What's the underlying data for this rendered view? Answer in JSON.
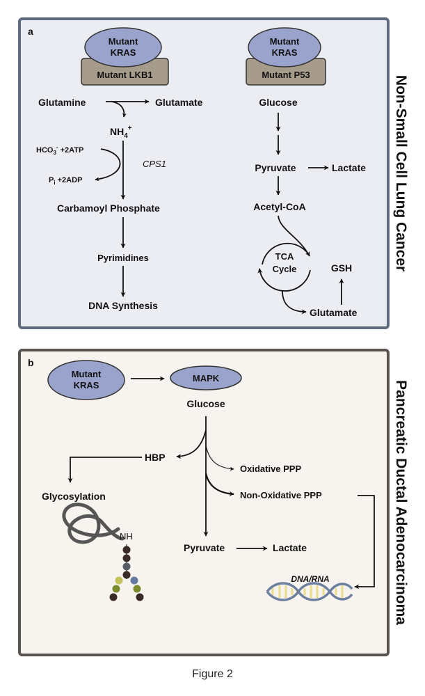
{
  "figure": {
    "caption": "Figure 2"
  },
  "panel_a": {
    "letter": "a",
    "side_title": "Non-Small Cell Lung Cancer",
    "left": {
      "mutant_top": [
        "Mutant",
        "KRAS"
      ],
      "mutant_base": "Mutant LKB1",
      "glutamine": "Glutamine",
      "glutamate": "Glutamate",
      "nh4_main": "NH",
      "nh4_sub": "4",
      "nh4_sup": "+",
      "hco3_main": "HCO",
      "hco3_sub": "3",
      "hco3_sup": "-",
      "hco3_rest": " +2ATP",
      "pi_main": "P",
      "pi_sub": "i",
      "pi_rest": " +2ADP",
      "enzyme": "CPS1",
      "carbamoyl": "Carbamoyl Phosphate",
      "pyrimidines": "Pyrimidines",
      "dna_synthesis": "DNA Synthesis"
    },
    "right": {
      "mutant_top": [
        "Mutant",
        "KRAS"
      ],
      "mutant_base": "Mutant P53",
      "glucose": "Glucose",
      "pyruvate": "Pyruvate",
      "lactate": "Lactate",
      "acetyl_coa": "Acetyl-CoA",
      "tca": [
        "TCA",
        "Cycle"
      ],
      "gsh": "GSH",
      "glutamate": "Glutamate"
    }
  },
  "panel_b": {
    "letter": "b",
    "side_title": "Pancreatic Ductal Adenocarcinoma",
    "mutant_kras": [
      "Mutant",
      "KRAS"
    ],
    "mapk": "MAPK",
    "glucose": "Glucose",
    "hbp": "HBP",
    "oxidative_ppp": "Oxidative PPP",
    "non_oxidative_ppp": "Non-Oxidative PPP",
    "glycosylation": "Glycosylation",
    "nh": "NH",
    "pyruvate": "Pyruvate",
    "lactate": "Lactate",
    "dna_rna": "DNA/RNA"
  },
  "colors": {
    "panel_a_border": "#5f6b7e",
    "panel_a_fill": "#ebedf2",
    "panel_b_border": "#5a524e",
    "panel_b_fill": "#f7f3ee",
    "kras_ellipse": "#99a3cc",
    "mutant_base": "#a79c8c",
    "bead_dark": "#3a2a26",
    "bead_gray": "#575b63",
    "bead_blue": "#6478a0",
    "bead_olive": "#7b8c2e",
    "bead_yellow": "#c4c25a",
    "dna_blue": "#6c7f9f",
    "dna_yellow": "#e9dc8c"
  }
}
